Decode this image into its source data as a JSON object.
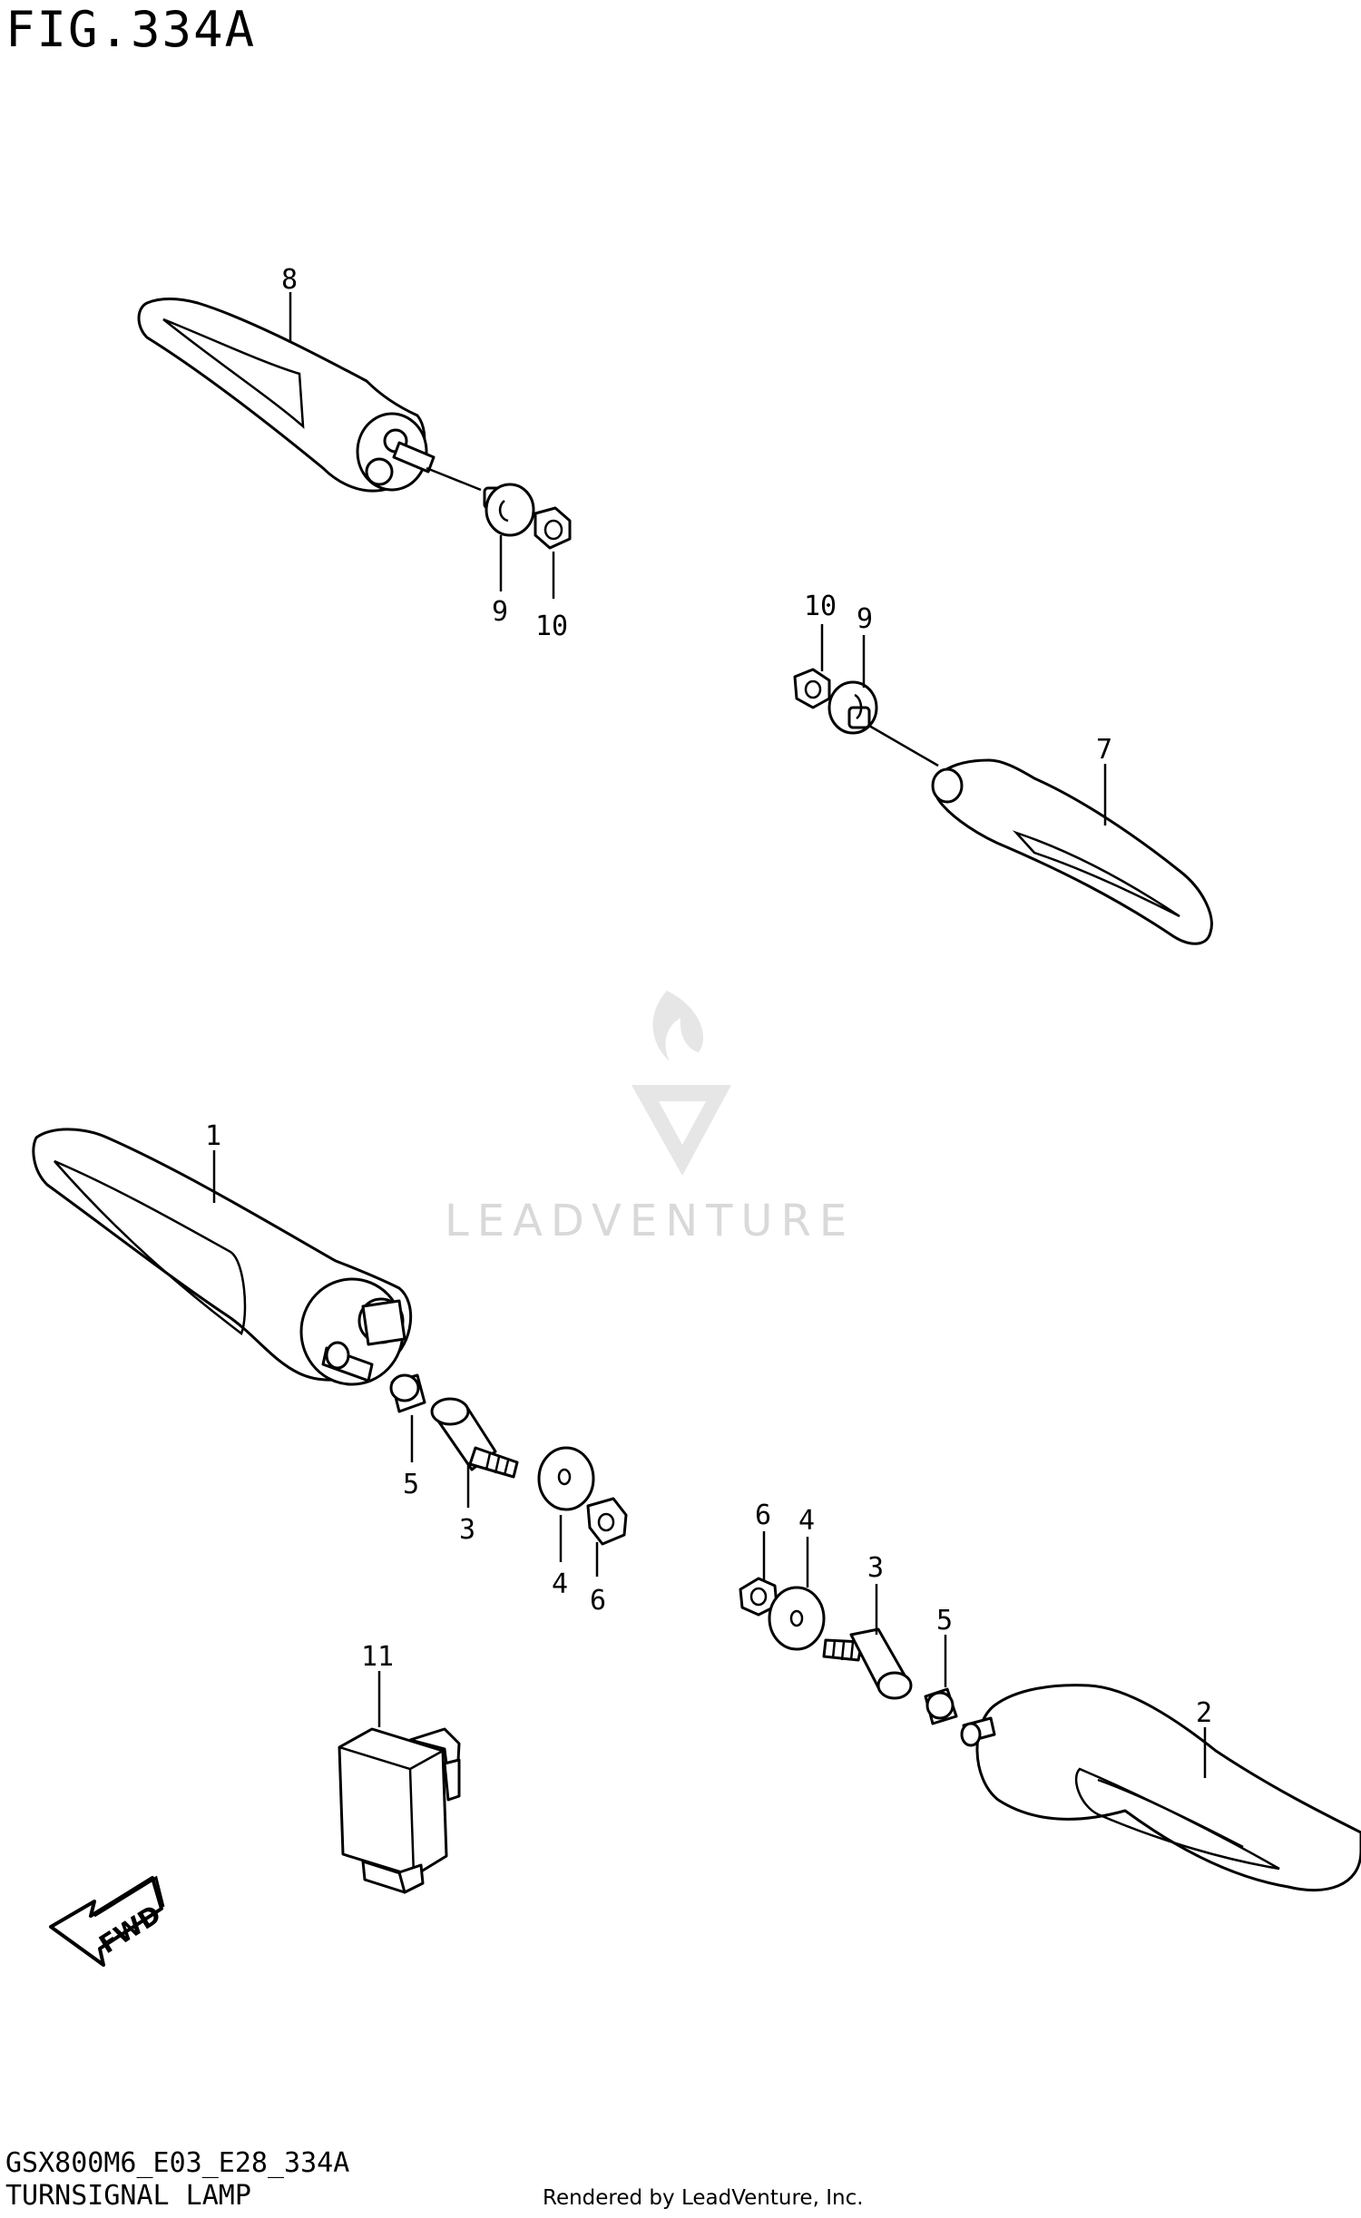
{
  "figure": {
    "title": "FIG.334A",
    "model_code": "GSX800M6_E03_E28_334A",
    "section_name": "TURNSIGNAL LAMP"
  },
  "credit": "Rendered by LeadVenture, Inc.",
  "watermark": "LEADVENTURE",
  "direction_arrow": "FWD",
  "callouts": {
    "c1": "1",
    "c2": "2",
    "c3a": "3",
    "c3b": "3",
    "c4a": "4",
    "c4b": "4",
    "c5a": "5",
    "c5b": "5",
    "c6a": "6",
    "c6b": "6",
    "c7": "7",
    "c8": "8",
    "c9a": "9",
    "c9b": "9",
    "c10a": "10",
    "c10b": "10",
    "c11": "11"
  },
  "colors": {
    "line": "#000000",
    "background": "#ffffff",
    "watermark": "#d9d9d9"
  }
}
